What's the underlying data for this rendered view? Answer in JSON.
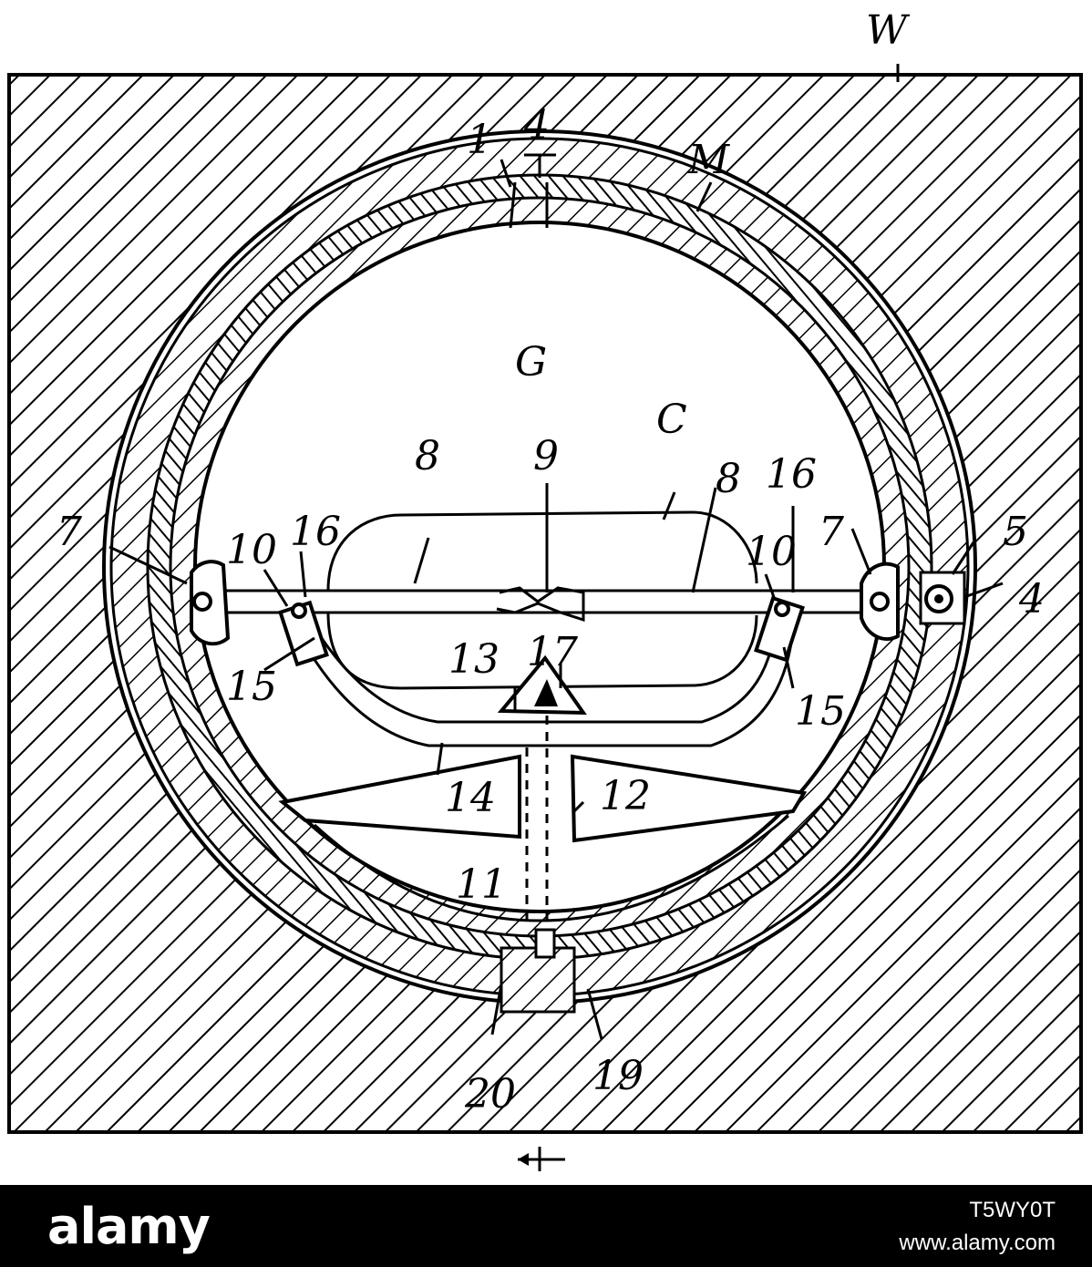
{
  "labels": {
    "W": "W",
    "M": "M",
    "one": "1",
    "four_top": "4",
    "G": "G",
    "C": "C",
    "eight_left": "8",
    "nine": "9",
    "eight_right": "8",
    "sixteen_right": "16",
    "seven_left": "7",
    "ten_left": "10",
    "sixteen_left": "16",
    "ten_right": "10",
    "seven_right": "7",
    "five": "5",
    "four_right": "4",
    "fifteen_left": "15",
    "thirteen": "13",
    "seventeen": "17",
    "fifteen_right": "15",
    "fourteen": "14",
    "twelve": "12",
    "eleven": "11",
    "twenty": "20",
    "nineteen": "19"
  },
  "footer": {
    "brand": "alamy",
    "image_id": "T5WY0T",
    "url": "www.alamy.com"
  },
  "colors": {
    "ink": "#000000",
    "paper": "#ffffff"
  }
}
